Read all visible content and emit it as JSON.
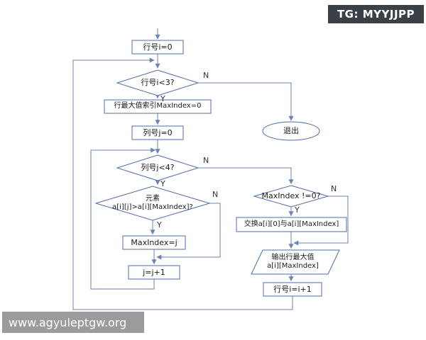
{
  "badge": {
    "text": "TG: MYYJJPP"
  },
  "watermark": {
    "text": "www.agyuleptgw.org"
  },
  "colors": {
    "shape_stroke": "#4f6bb0",
    "connector": "#6b83b5",
    "badge_bg": "#3b4046",
    "badge_text": "#ffffff",
    "watermark_bg": "#9b9b9b",
    "watermark_text": "#ffffff",
    "text": "#1a1a1a",
    "background": "#ffffff"
  },
  "flowchart": {
    "nodes": {
      "init_row": "行号i=0",
      "row_cond": "行号i<3?",
      "exit": "退出",
      "init_maxindex": "行最大值索引MaxIndex=0",
      "init_col": "列号j=0",
      "col_cond": "列号j<4?",
      "elem_cond_line1": "元素",
      "elem_cond_line2": "a[i][j]>a[i][MaxIndex]?",
      "set_maxindex": "MaxIndex=j",
      "inc_col": "j=j+1",
      "maxindex_cond": "MaxIndex !=0?",
      "swap": "交换a[i][0]与a[i][MaxIndex]",
      "output_line1": "输出行最大值",
      "output_line2": "a[i][MaxIndex]",
      "inc_row": "行号i=i+1"
    },
    "branches": {
      "row_cond_n": "N",
      "row_cond_y": "Y",
      "col_cond_n": "N",
      "col_cond_y": "Y",
      "elem_cond_n": "N",
      "elem_cond_y": "Y",
      "maxindex_cond_n": "N",
      "maxindex_cond_y": "Y"
    }
  }
}
